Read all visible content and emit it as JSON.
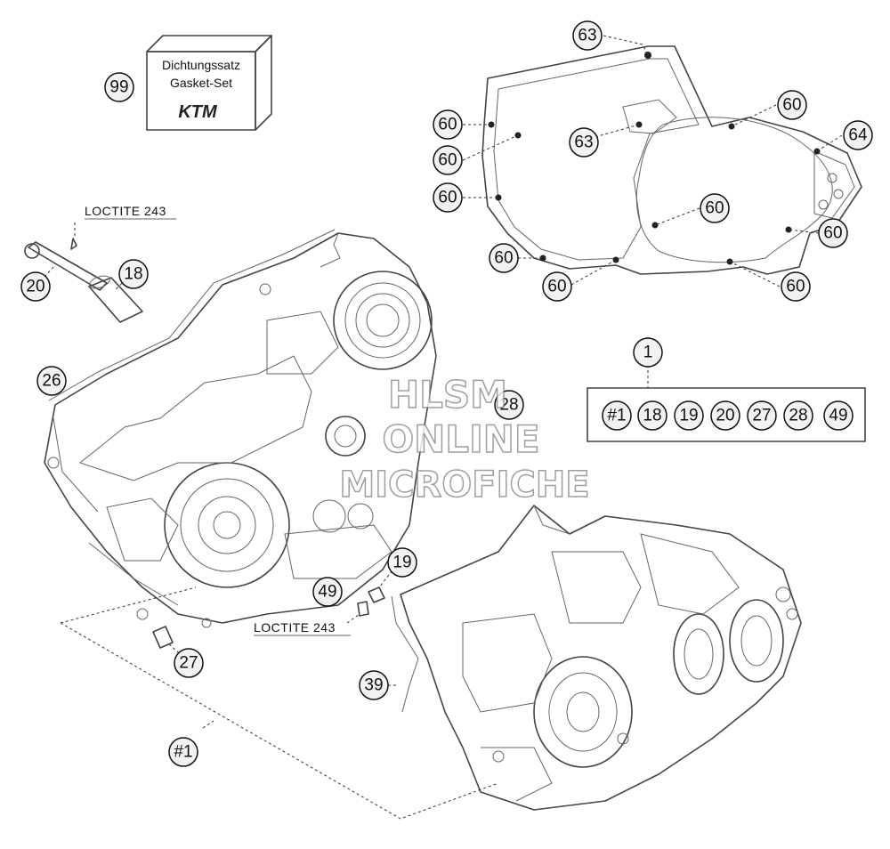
{
  "gasket_box": {
    "line1": "Dichtungssatz",
    "line2": "Gasket-Set",
    "logo": "KTM"
  },
  "notes": {
    "loctite_top": "LOCTITE 243",
    "loctite_bottom": "LOCTITE 243"
  },
  "watermark": {
    "line1": "HLSM",
    "line2": "ONLINE",
    "line3": "MICROFICHE"
  },
  "callouts": {
    "c99": "99",
    "c63a": "63",
    "c63b": "63",
    "c60_1": "60",
    "c60_2": "60",
    "c60_3": "60",
    "c60_4": "60",
    "c64": "64",
    "c60_5": "60",
    "c60_6": "60",
    "c60_7": "60",
    "c60_8": "60",
    "c60_9": "60",
    "c20": "20",
    "c18": "18",
    "c26": "26",
    "c28": "28",
    "c19": "19",
    "c49": "49",
    "c27": "27",
    "c39": "39",
    "c1": "1",
    "c_set1": "#1"
  },
  "kit_contents": [
    "#1",
    "18",
    "19",
    "20",
    "27",
    "28",
    "49"
  ],
  "colors": {
    "line": "#444444",
    "callout_fill": "#f2f2f2",
    "watermark_stroke": "#888888"
  }
}
